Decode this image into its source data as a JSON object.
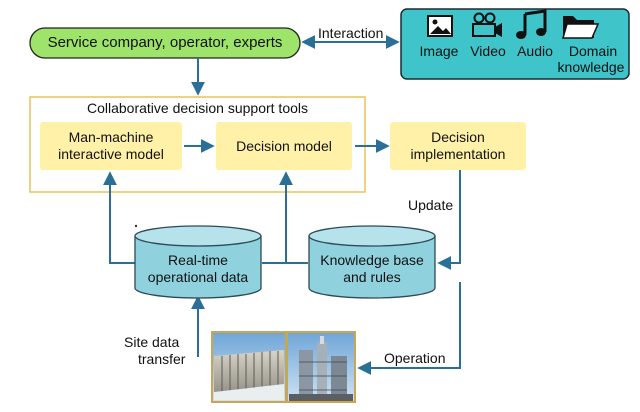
{
  "stakeholders": "Service company, operator, experts",
  "interaction": "Interaction",
  "media": {
    "image": "Image",
    "video": "Video",
    "audio": "Audio",
    "domain_line1": "Domain",
    "domain_line2": "knowledge"
  },
  "tools_title": "Collaborative decision support tools",
  "man_machine_line1": "Man-machine",
  "man_machine_line2": "interactive model",
  "decision_model": "Decision model",
  "decision_impl_line1": "Decision",
  "decision_impl_line2": "implementation",
  "update": "Update",
  "realtime_line1": "Real-time",
  "realtime_line2": "operational data",
  "kb_line1": "Knowledge base",
  "kb_line2": "and rules",
  "site_line1": "Site data",
  "site_line2": "transfer",
  "operation": "Operation",
  "colors": {
    "arrow": "#2a6f96",
    "green_box": "#9ee36a",
    "media_panel": "#3ec4c9",
    "yellow_box": "#fff1a8",
    "tools_border": "#e8c45a",
    "cylinder": "#8fd2de"
  }
}
